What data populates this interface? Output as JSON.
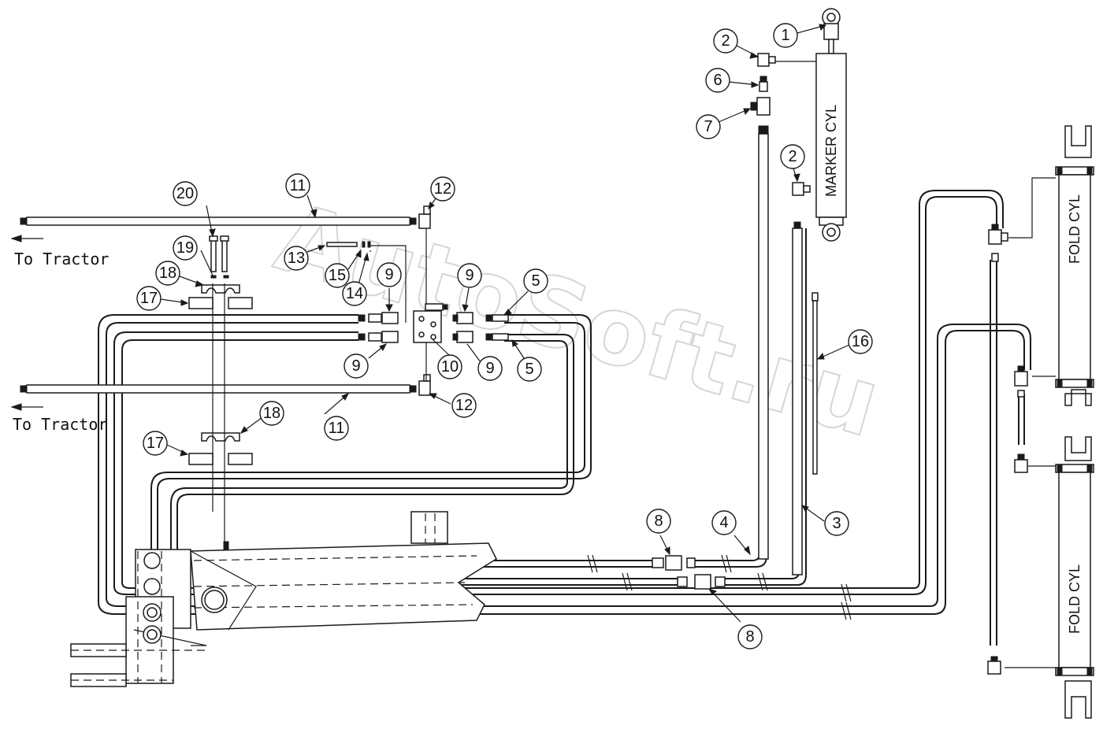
{
  "labels": {
    "to_tractor_top": "To Tractor",
    "to_tractor_bottom": "To Tractor",
    "marker_cyl": "MARKER CYL",
    "fold_cyl_top": "FOLD CYL",
    "fold_cyl_bottom": "FOLD CYL"
  },
  "watermark": "AutoSoft.ru",
  "callouts": {
    "c1": "1",
    "c2a": "2",
    "c2b": "2",
    "c6": "6",
    "c7": "7",
    "c11a": "11",
    "c11b": "11",
    "c12a": "12",
    "c12b": "12",
    "c20": "20",
    "c19": "19",
    "c18a": "18",
    "c18b": "18",
    "c17a": "17",
    "c17b": "17",
    "c13": "13",
    "c15": "15",
    "c14": "14",
    "c9a": "9",
    "c9b": "9",
    "c9c": "9",
    "c9d": "9",
    "c10": "10",
    "c5a": "5",
    "c5b": "5",
    "c16": "16",
    "c3": "3",
    "c4": "4",
    "c8a": "8",
    "c8b": "8"
  }
}
